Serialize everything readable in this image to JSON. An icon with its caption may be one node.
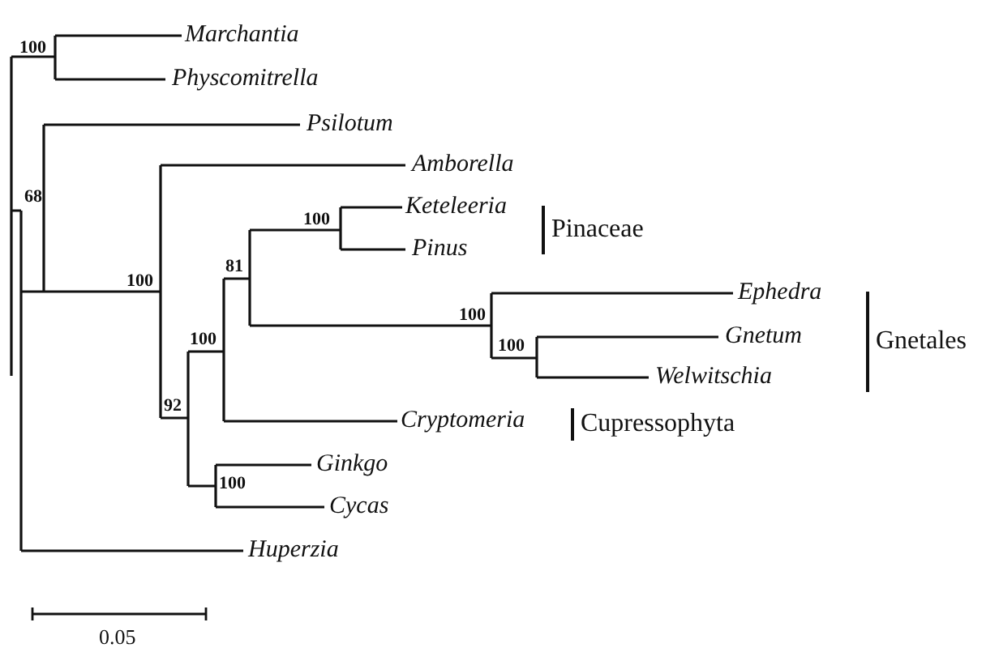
{
  "diagram": {
    "labels": [
      "Marchantia",
      "100",
      "Physcomitrella",
      "Psilotum",
      "Amborella",
      "68",
      "Keteleeria",
      "100",
      "Pinaceae",
      "Pinus",
      "81",
      "100",
      "Ephedra",
      "100",
      "100",
      "Gnetum",
      "Gnetales",
      "100",
      "Welwitschia",
      "92",
      "Cryptomeria",
      "Cupressophyta",
      "Ginkgo",
      "100",
      "Cycas",
      "Huperzia",
      "0.05"
    ]
  }
}
